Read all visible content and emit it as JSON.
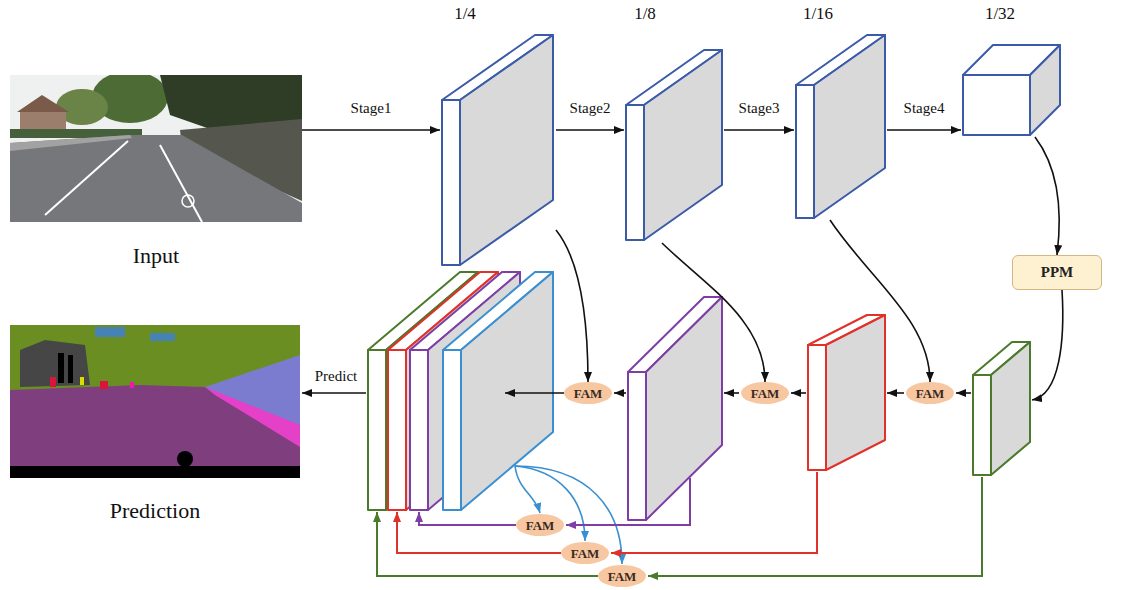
{
  "diagram": {
    "nodes": [
      {
        "text": [
          "Input"
        ]
      },
      {
        "text": [
          "1/4"
        ]
      },
      {
        "text": [
          "1/8"
        ]
      },
      {
        "text": [
          "1/16"
        ]
      },
      {
        "text": [
          "1/32"
        ]
      },
      {
        "text": [
          "PPM"
        ]
      },
      {
        "text": [
          "FAM"
        ]
      },
      {
        "text": [
          "FAM"
        ]
      },
      {
        "text": [
          "FAM"
        ]
      },
      {
        "text": [
          "FAM"
        ]
      },
      {
        "text": [
          "FAM"
        ]
      },
      {
        "text": [
          "FAM"
        ]
      },
      {
        "text": [
          "Prediction"
        ]
      }
    ],
    "edges": [
      {
        "from": 0,
        "to": 1,
        "label": "Stage1",
        "arrow": "to"
      },
      {
        "from": 1,
        "to": 2,
        "label": "Stage2",
        "arrow": "to"
      },
      {
        "from": 2,
        "to": 3,
        "label": "Stage3",
        "arrow": "to"
      },
      {
        "from": 3,
        "to": 4,
        "label": "Stage4",
        "arrow": "to"
      },
      {
        "from": 4,
        "to": 5,
        "arrow": "to"
      },
      {
        "from": 3,
        "to": 6,
        "arrow": "to"
      },
      {
        "from": 2,
        "to": 7,
        "arrow": "to"
      },
      {
        "from": 1,
        "to": 8,
        "arrow": "to"
      }
    ],
    "labels": [
      "Predict"
    ]
  }
}
